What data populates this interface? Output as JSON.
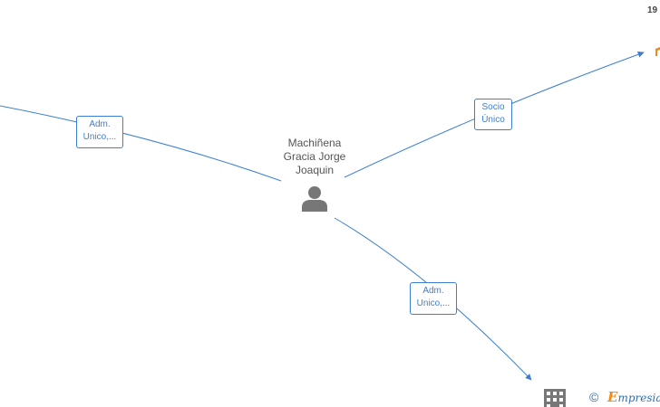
{
  "header": {
    "top_right_number": "19"
  },
  "person": {
    "name_line1": "Machiñena",
    "name_line2": "Gracia Jorge",
    "name_line3": "Joaquin",
    "icon": "person-icon"
  },
  "edges": [
    {
      "label_line1": "Adm.",
      "label_line2": "Unico,..."
    },
    {
      "label_line1": "Socio",
      "label_line2": "Único"
    },
    {
      "label_line1": "Adm.",
      "label_line2": "Unico,..."
    }
  ],
  "company": {
    "icon": "building-icon"
  },
  "footer": {
    "copyright_symbol": "©",
    "brand_initial": "E",
    "brand_rest": "mpresia"
  },
  "colors": {
    "edge": "#3b7fd4",
    "node_text": "#555555",
    "icon": "#777777",
    "brand": "#2c6fb5",
    "brand_accent": "#f08a18"
  }
}
